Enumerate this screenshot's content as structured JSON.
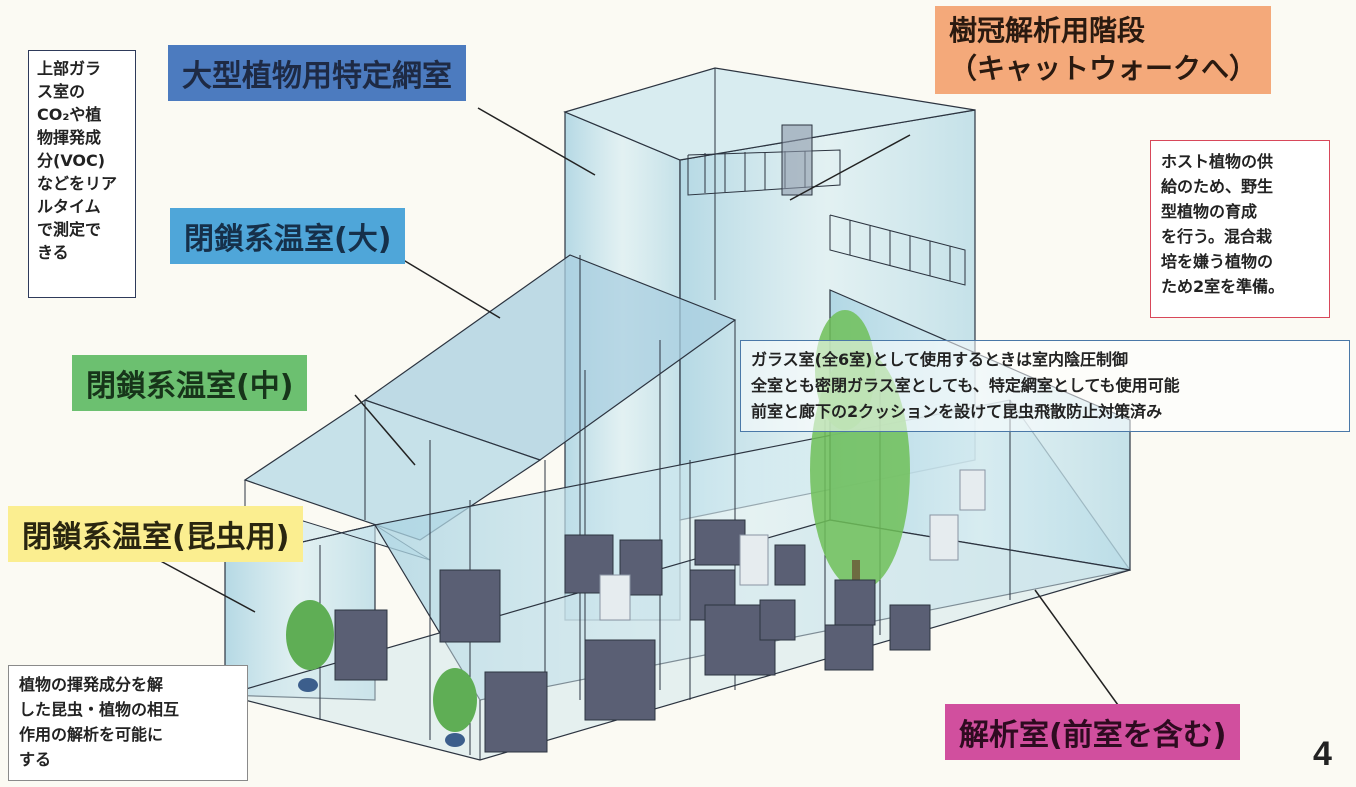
{
  "colors": {
    "large_plant_net_room": "#4c7bbf",
    "closed_large": "#4fa6d9",
    "closed_medium": "#6cc070",
    "closed_insect": "#fbee90",
    "canopy_stairs": "#f4a97a",
    "analysis_room": "#d14f9e",
    "right_note_border": "#d8485a",
    "glass_tint": "#b9dbe6",
    "equipment": "#5a5f74",
    "plant": "#6fbf58"
  },
  "labels": {
    "large_plant_net_room": "大型植物用特定網室",
    "canopy_stairs_line1": "樹冠解析用階段",
    "canopy_stairs_line2": "（キャットウォークへ）",
    "closed_large": "閉鎖系温室(大)",
    "closed_medium": "閉鎖系温室(中)",
    "closed_insect": "閉鎖系温室(昆虫用)",
    "analysis_room": "解析室(前室を含む)"
  },
  "notes": {
    "top_left": "上部ガラ\nス室の\nCO₂や植\n物揮発成\n分(VOC)\nなどをリア\nルタイム\nで測定で\nきる",
    "top_right": "ホスト植物の供\n給のため、野生\n型植物の育成\nを行う。混合栽\n培を嫌う植物の\nため2室を準備。",
    "center": "ガラス室(全6室)として使用するときは室内陰圧制御\n全室とも密閉ガラス室としても、特定網室としても使用可能\n前室と廊下の2クッションを設けて昆虫飛散防止対策済み",
    "bottom_left": "植物の揮発成分を解\nした昆虫・植物の相互\n作用の解析を可能に\nする"
  },
  "page_number": "4"
}
